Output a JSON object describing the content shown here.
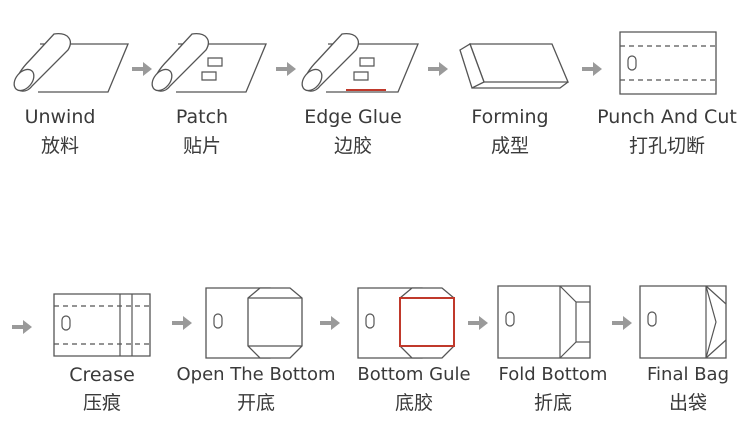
{
  "steps": [
    {
      "en": "Unwind",
      "zh": "放料",
      "icon": "paper-roll-icon"
    },
    {
      "en": "Patch",
      "zh": "贴片",
      "icon": "paper-roll-with-patches-icon"
    },
    {
      "en": "Edge Glue",
      "zh": "边胶",
      "icon": "paper-roll-with-glue-line-icon"
    },
    {
      "en": "Forming",
      "zh": "成型",
      "icon": "folded-sheet-icon"
    },
    {
      "en": "Punch And Cut",
      "zh": "打孔切断",
      "icon": "punched-sheet-icon"
    },
    {
      "en": "Crease",
      "zh": "压痕",
      "icon": "creased-sheet-icon"
    },
    {
      "en": "Open The Bottom",
      "zh": "开底",
      "icon": "open-bottom-bag-icon"
    },
    {
      "en": "Bottom Gule",
      "zh": "底胶",
      "icon": "bottom-glued-bag-icon"
    },
    {
      "en": "Fold Bottom",
      "zh": "折底",
      "icon": "folded-bottom-bag-icon"
    },
    {
      "en": "Final Bag",
      "zh": "出袋",
      "icon": "final-bag-icon"
    }
  ],
  "colors": {
    "line": "#555555",
    "arrow": "#9a9a9a",
    "accent": "#c0392b"
  }
}
